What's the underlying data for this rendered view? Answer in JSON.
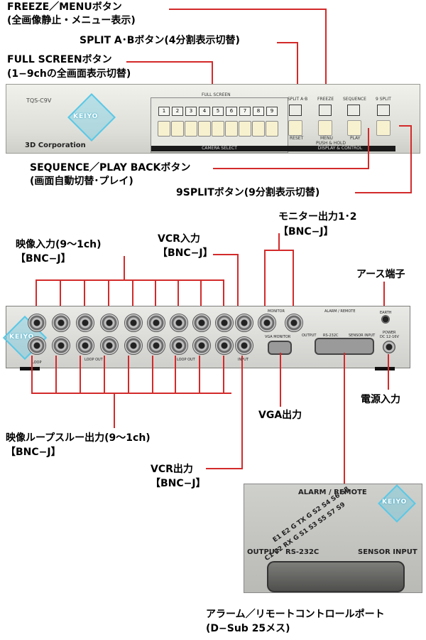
{
  "labels": {
    "freeze_menu": "FREEZE／MENUボタン",
    "freeze_menu_desc": "(全画像静止・メニュー表示)",
    "split_ab": "SPLIT A･Bボタン(4分割表示切替)",
    "full_screen": "FULL SCREENボタン",
    "full_screen_desc": "(1−9chの全画面表示切替)",
    "sequence": "SEQUENCE／PLAY BACKボタン",
    "sequence_desc": "(画面自動切替･プレイ)",
    "split9": "9SPLITボタン(9分割表示切替)",
    "video_in": "映像入力(9〜1ch)",
    "video_in_type": "【BNC−J】",
    "vcr_in": "VCR入力",
    "vcr_in_type": "【BNC−J】",
    "monitor_out": "モニター出力1･2",
    "monitor_out_type": "【BNC−J】",
    "earth": "アース端子",
    "power_in": "電源入力",
    "vga_out": "VGA出力",
    "loop_out": "映像ループスルー出力(9〜1ch)",
    "loop_out_type": "【BNC−J】",
    "vcr_out": "VCR出力",
    "vcr_out_type": "【BNC−J】",
    "alarm_port": "アラーム／リモートコントロールポート",
    "alarm_port_type": "(D−Sub 25メス)"
  },
  "front_panel": {
    "model": "TQS-C9V",
    "corporation": "3D Corporation",
    "full_screen_tag": "FULL SCREEN",
    "camera_select": "CAMERA SELECT",
    "display_control": "DISPLAY & CONTROL",
    "split_ab_tag": "SPLIT A·B",
    "freeze_tag": "FREEZE",
    "sequence_tag": "SEQUENCE",
    "split9_tag": "9 SPLIT",
    "reset_tag": "RESET",
    "menu_tag": "MENU",
    "play_tag": "PLAY",
    "push_hold": "PUSH & HOLD",
    "channels": [
      "1",
      "2",
      "3",
      "4",
      "5",
      "6",
      "7",
      "8",
      "9"
    ],
    "logo_text": "KEIYO"
  },
  "rear_panel": {
    "loop_tag": "LOOP",
    "loop_out_tag": "LOOP OUT",
    "input_tag": "INPUT",
    "monitor_tag": "MONITOR",
    "vga_monitor_tag": "VGA MONITOR",
    "alarm_remote_tag": "ALARM / REMOTE",
    "output_tag": "OUTPUT",
    "rs232c_tag": "RS-232C",
    "sensor_input_tag": "SENSOR INPUT",
    "power_tag": "POWER",
    "dc_tag": "DC 12-16V",
    "earth_tag": "EARTH",
    "logo_text": "KEIYO"
  },
  "zoom": {
    "title": "ALARM / REMOTE",
    "pins_top": "E1 E2 G TX G S2 S4 S6 S8",
    "pins_bottom": "C1 C2 RX G S1 S3 S5 S7 S9",
    "output": "OUTPUT",
    "rs232c": "RS-232C",
    "sensor_input": "SENSOR INPUT",
    "logo_text": "KEIYO"
  },
  "colors": {
    "leader_line": "#d32a2a",
    "logo": "#5ac8e6"
  }
}
